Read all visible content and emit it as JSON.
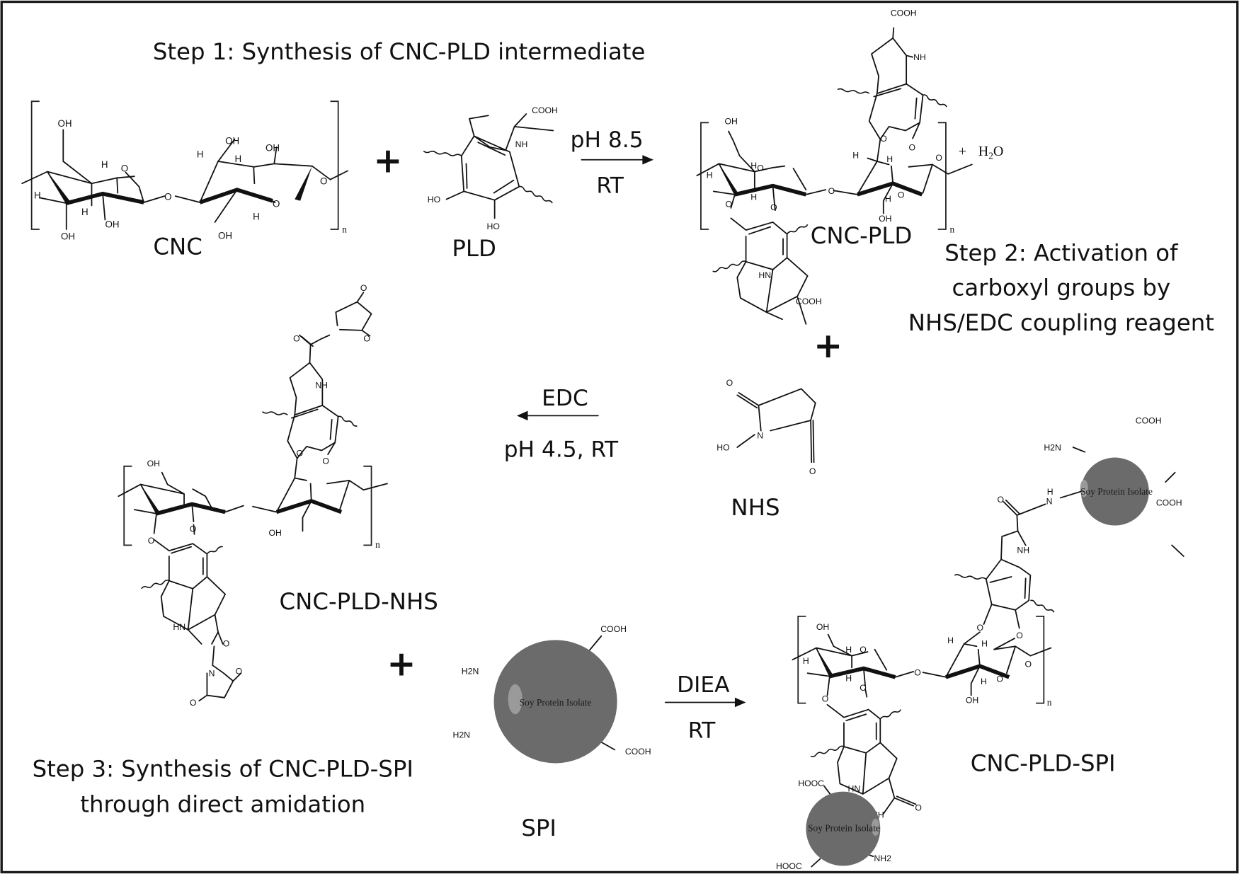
{
  "figure": {
    "type": "reaction-scheme",
    "colors": {
      "ink": "#111111",
      "frame": "#1a1a1a",
      "protein_sphere": "#6b6b6b",
      "sphere_highlight": "#9a9a9a",
      "background": "#ffffff"
    }
  },
  "steps": {
    "step1": "Step 1: Synthesis of CNC-PLD intermediate",
    "step2_lines": [
      "Step 2: Activation of",
      "carboxyl groups by",
      "NHS/EDC coupling reagent"
    ],
    "step3_lines": [
      "Step 3: Synthesis of CNC-PLD-SPI",
      "through direct amidation"
    ]
  },
  "compounds": {
    "cnc": "CNC",
    "pld": "PLD",
    "cnc_pld": "CNC-PLD",
    "nhs": "NHS",
    "cnc_pld_nhs": "CNC-PLD-NHS",
    "spi": "SPI",
    "cnc_pld_spi": "CNC-PLD-SPI"
  },
  "byproduct": {
    "plus": "+",
    "h2o": "H2O"
  },
  "operators": {
    "plus": "+"
  },
  "arrows": [
    {
      "id": "step1-arrow",
      "direction": "right",
      "above": "pH 8.5",
      "below": "RT"
    },
    {
      "id": "step2-arrow",
      "direction": "left",
      "above": "EDC",
      "below": "pH 4.5, RT"
    },
    {
      "id": "step3-arrow",
      "direction": "right",
      "above": "DIEA",
      "below": "RT"
    }
  ],
  "atom_labels": {
    "OH": "OH",
    "HO": "HO",
    "H": "H",
    "O": "O",
    "N": "N",
    "NH": "NH",
    "HN": "HN",
    "COOH": "COOH",
    "HOOC": "HOOC",
    "H2N": "H2N",
    "NH2": "NH2",
    "repeat_n": "n"
  },
  "spi_sphere_label": "Soy Protein Isolate"
}
